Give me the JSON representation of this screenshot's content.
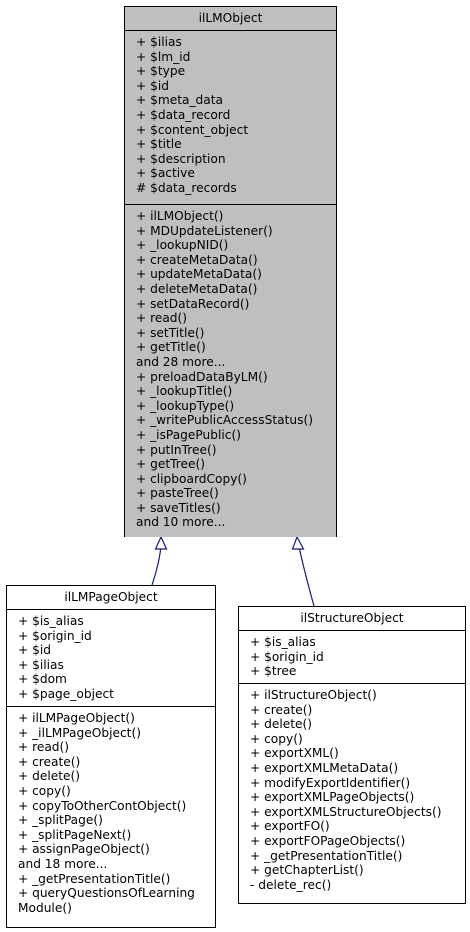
{
  "classes": {
    "base": {
      "name": "ilLMObject",
      "attributes": [
        "+ $ilias",
        "+ $lm_id",
        "+ $type",
        "+ $id",
        "+ $meta_data",
        "+ $data_record",
        "+ $content_object",
        "+ $title",
        "+ $description",
        "+ $active",
        "# $data_records"
      ],
      "methods": [
        "+ ilLMObject()",
        "+ MDUpdateListener()",
        "+ _lookupNID()",
        "+ createMetaData()",
        "+ updateMetaData()",
        "+ deleteMetaData()",
        "+ setDataRecord()",
        "+ read()",
        "+ setTitle()",
        "+ getTitle()",
        "and 28 more...",
        "+ preloadDataByLM()",
        "+ _lookupTitle()",
        "+ _lookupType()",
        "+ _writePublicAccessStatus()",
        "+ _isPagePublic()",
        "+ putInTree()",
        "+ getTree()",
        "+ clipboardCopy()",
        "+ pasteTree()",
        "+ saveTitles()",
        "and 10 more..."
      ]
    },
    "page": {
      "name": "ilLMPageObject",
      "attributes": [
        "+ $is_alias",
        "+ $origin_id",
        "+ $id",
        "+ $ilias",
        "+ $dom",
        "+ $page_object"
      ],
      "methods": [
        "+ ilLMPageObject()",
        "+ _ilLMPageObject()",
        "+ read()",
        "+ create()",
        "+ delete()",
        "+ copy()",
        "+ copyToOtherContObject()",
        "+ _splitPage()",
        "+ _splitPageNext()",
        "+ assignPageObject()",
        "and 18 more...",
        "+ _getPresentationTitle()",
        "+ queryQuestionsOfLearning",
        "Module()"
      ]
    },
    "structure": {
      "name": "ilStructureObject",
      "attributes": [
        "+ $is_alias",
        "+ $origin_id",
        "+ $tree"
      ],
      "methods": [
        "+ ilStructureObject()",
        "+ create()",
        "+ delete()",
        "+ copy()",
        "+ exportXML()",
        "+ exportXMLMetaData()",
        "+ modifyExportIdentifier()",
        "+ exportXMLPageObjects()",
        "+ exportXMLStructureObjects()",
        "+ exportFO()",
        "+ exportFOPageObjects()",
        "+ _getPresentationTitle()",
        "+ getChapterList()",
        "- delete_rec()"
      ]
    }
  }
}
